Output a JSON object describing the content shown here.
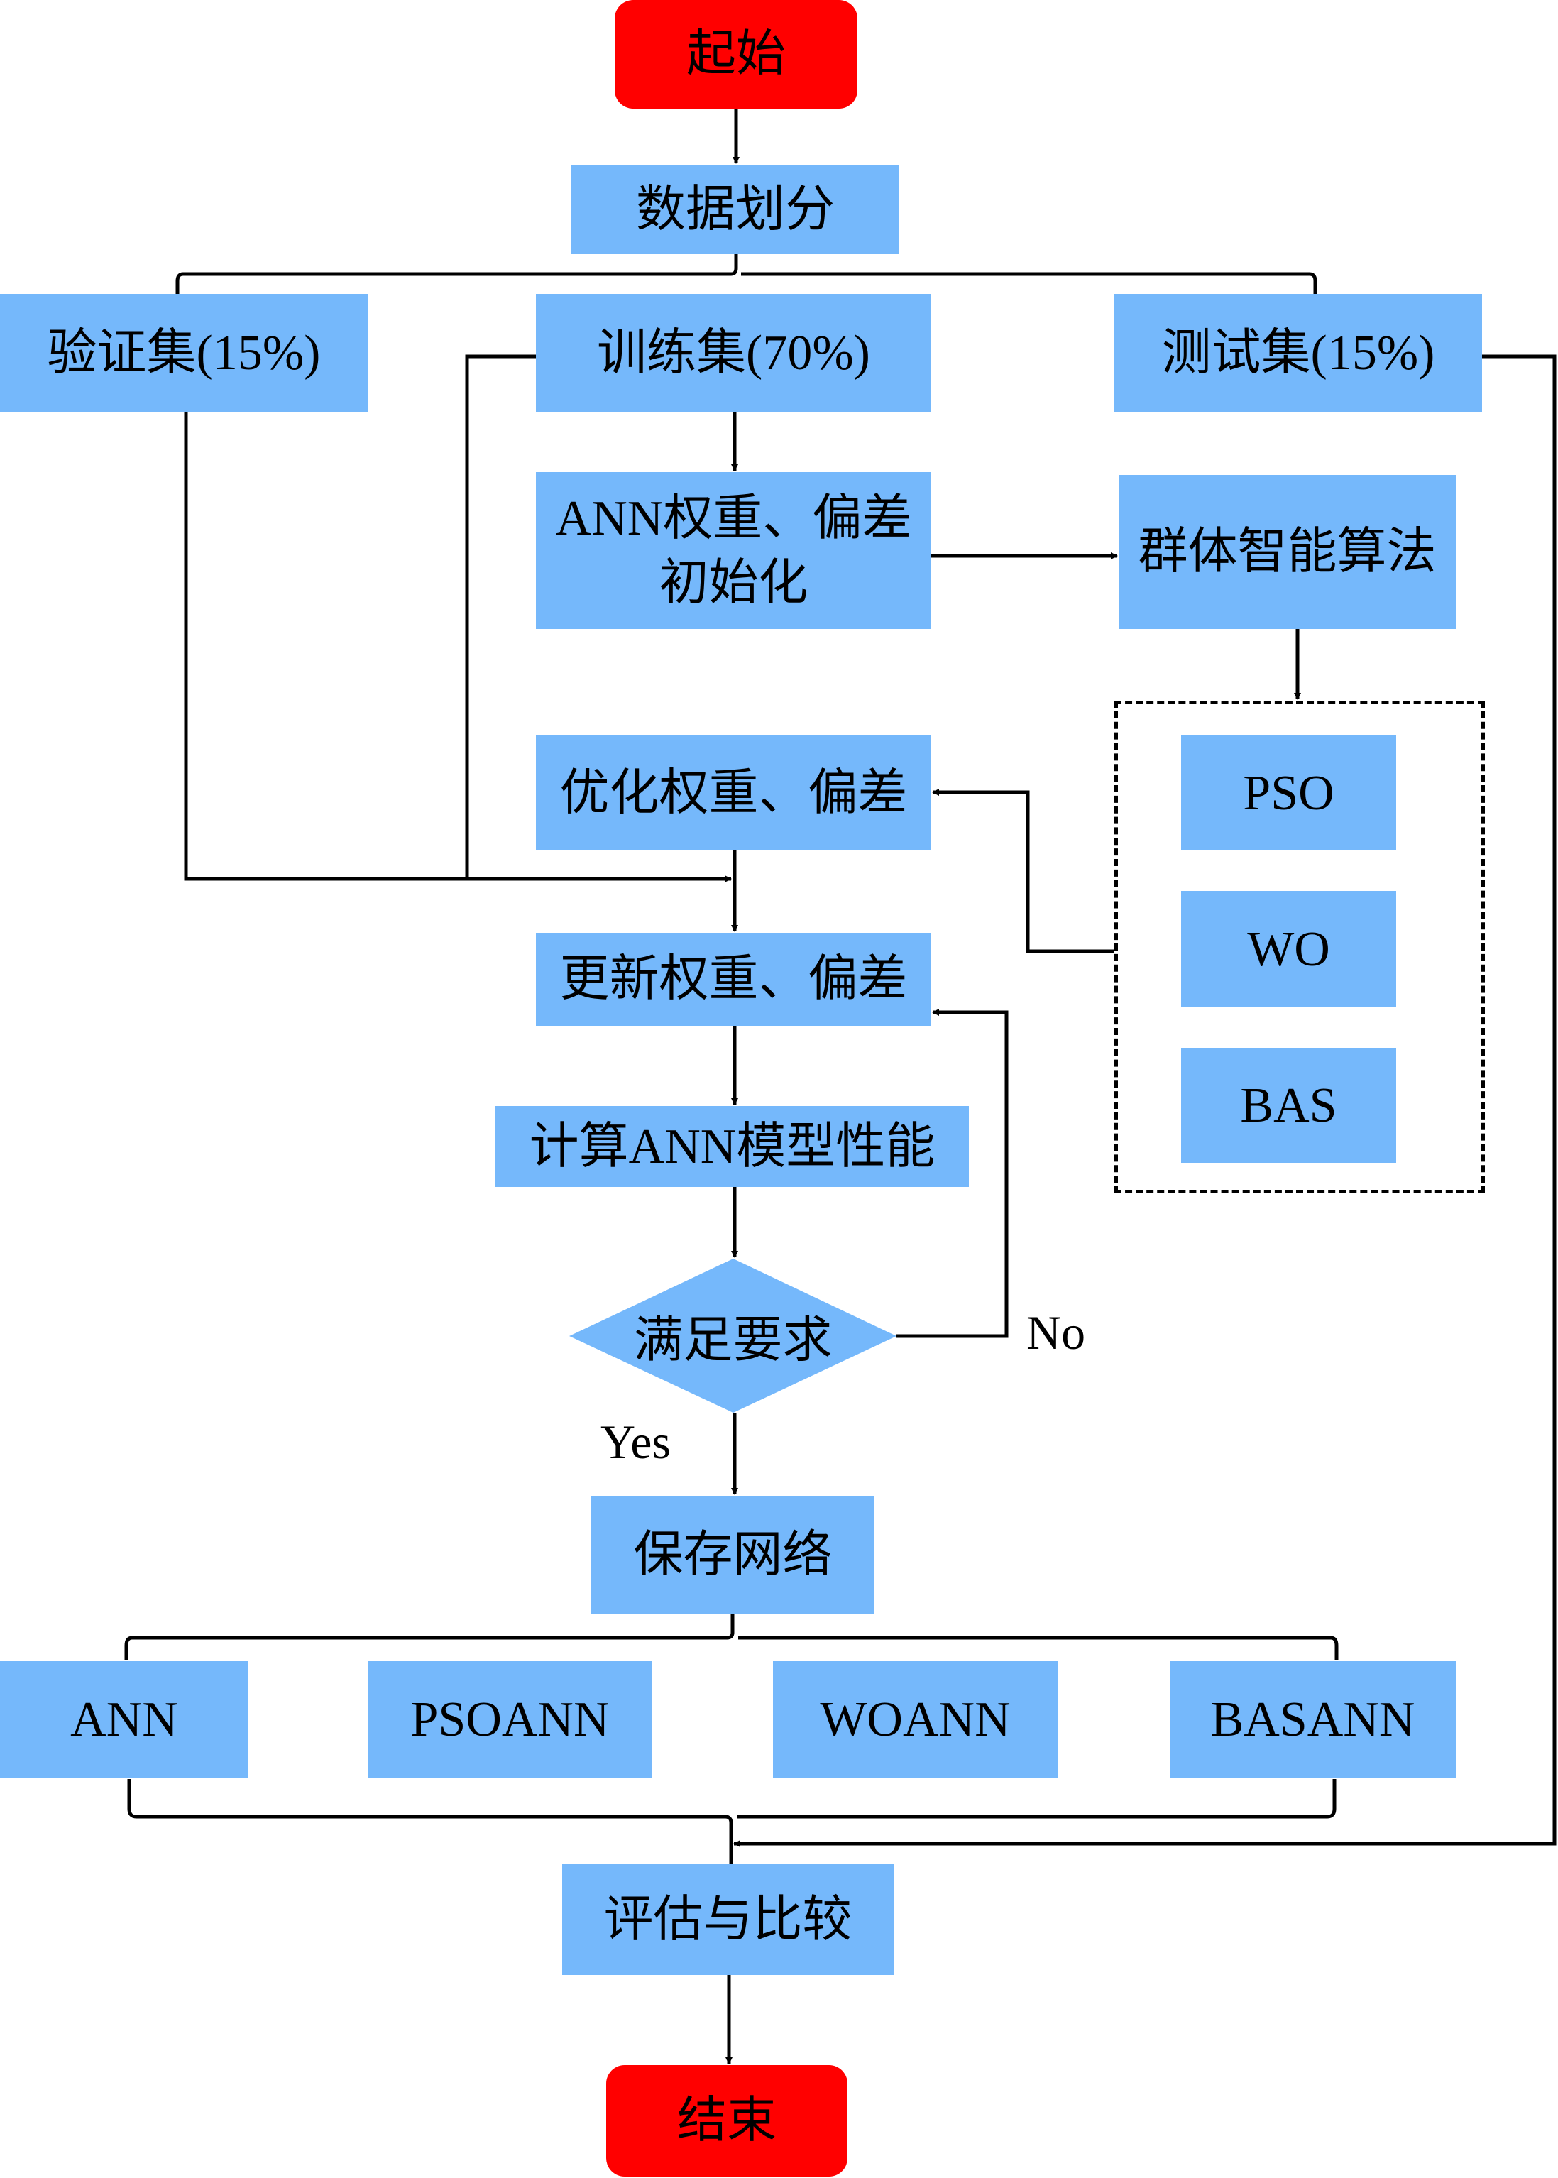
{
  "colors": {
    "process_fill": "#75b8fb",
    "terminal_fill": "#ff0000",
    "line": "#000000",
    "text": "#000000"
  },
  "nodes": {
    "start": "起始",
    "split": "数据划分",
    "validation": "验证集(15%)",
    "training": "训练集(70%)",
    "test": "测试集(15%)",
    "init": "ANN权重、偏差初始化",
    "swarm": "群体智能算法",
    "pso": "PSO",
    "wo": "WO",
    "bas": "BAS",
    "optimize": "优化权重、偏差",
    "update": "更新权重、偏差",
    "compute": "计算ANN模型性能",
    "decision": "满足要求",
    "save": "保存网络",
    "ann": "ANN",
    "psoann": "PSOANN",
    "woann": "WOANN",
    "basann": "BASANN",
    "evaluate": "评估与比较",
    "end": "结束"
  },
  "edge_labels": {
    "no": "No",
    "yes": "Yes"
  }
}
